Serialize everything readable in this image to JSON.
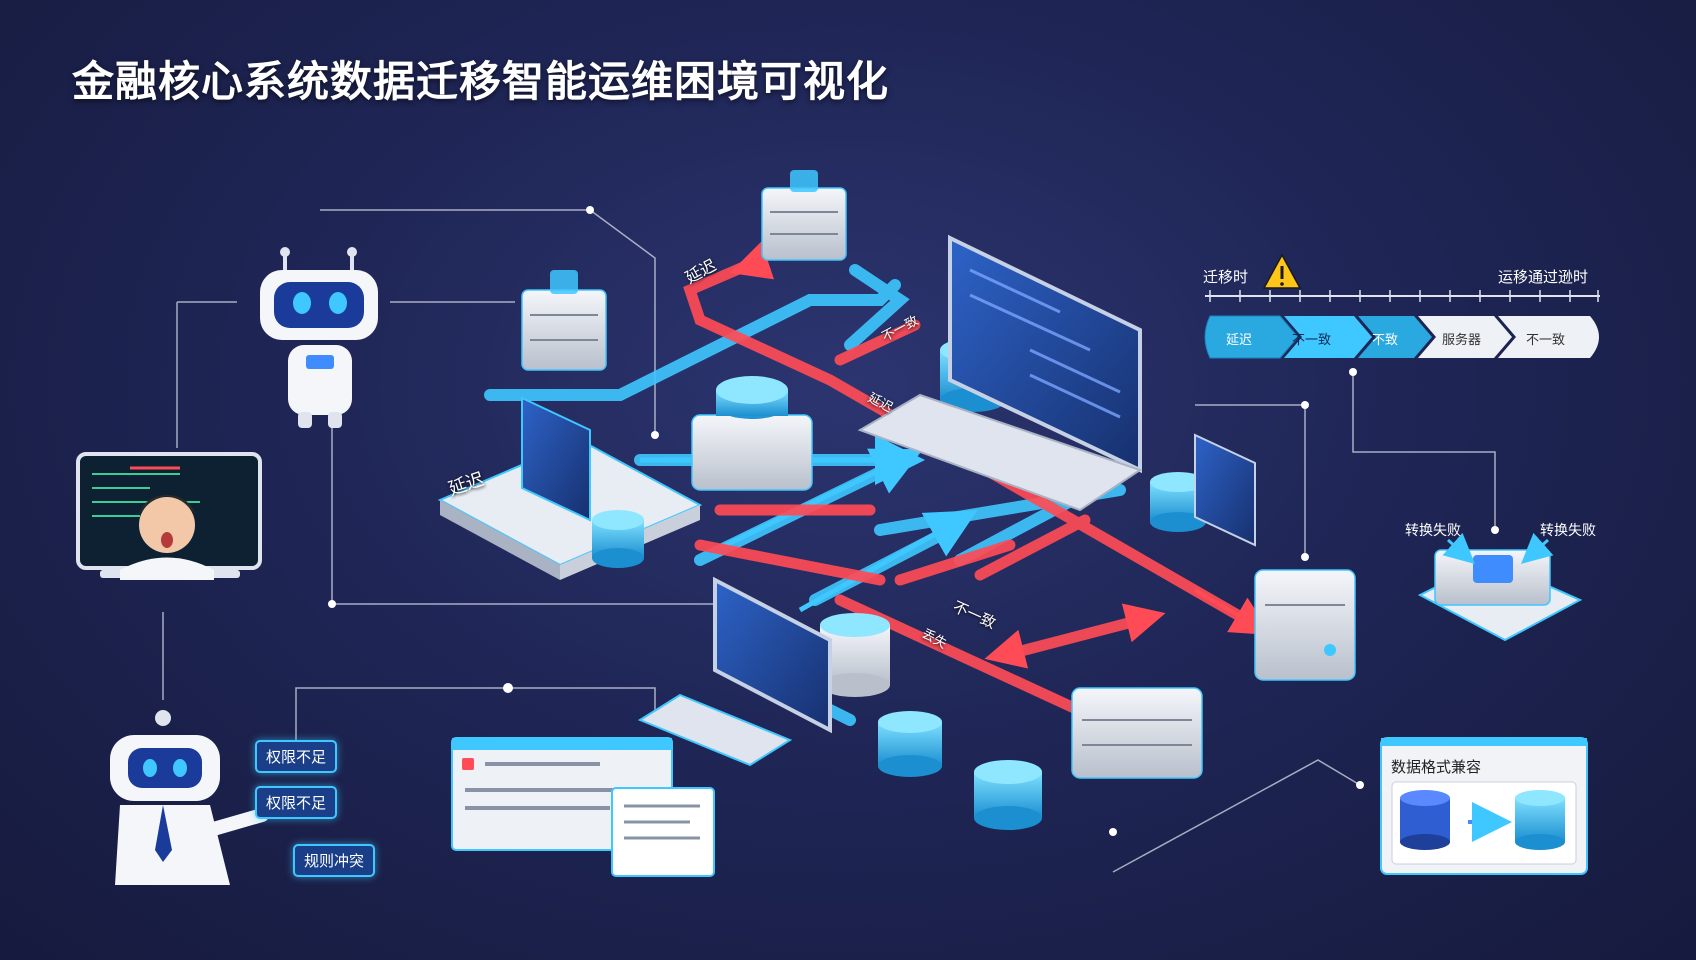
{
  "title": "金融核心系统数据迁移智能运维困境可视化",
  "colors": {
    "background": "#1f2656",
    "flow_cyan": "#3fc7ff",
    "flow_red": "#ff4b55",
    "warning": "#ffc61a"
  },
  "arrow_labels": [
    {
      "text": "延迟"
    },
    {
      "text": "延迟"
    },
    {
      "text": "不一致"
    },
    {
      "text": "不一致"
    },
    {
      "text": "延迟"
    },
    {
      "text": "丢失"
    }
  ],
  "robot_tags": [
    "权限不足",
    "权限不足",
    "规则冲突"
  ],
  "timeline": {
    "left_label": "迁移时",
    "right_label": "运移通过逊时",
    "steps": [
      "延迟",
      "不一致",
      "不致",
      "服务器",
      "不一致"
    ]
  },
  "conversion": {
    "left_label": "转换失败",
    "right_label": "转换失败"
  },
  "format_panel": {
    "title": "数据格式兼容"
  },
  "icons": [
    "warning-icon",
    "robot-icon",
    "person-icon",
    "server-icon",
    "database-icon",
    "monitor-icon",
    "laptop-icon"
  ]
}
